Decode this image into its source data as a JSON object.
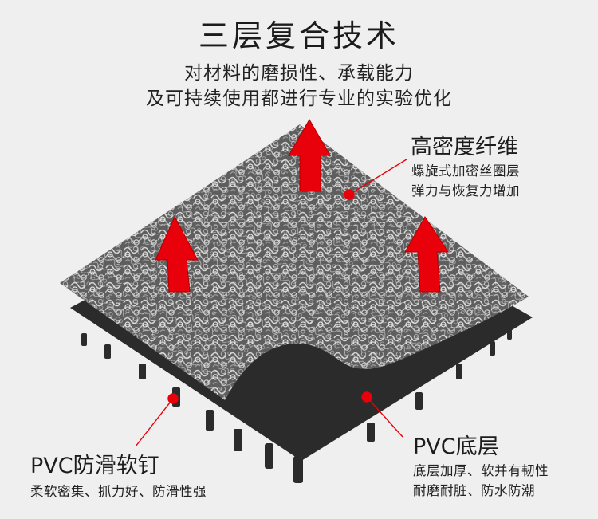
{
  "header": {
    "title": "三层复合技术",
    "subtitle_line1": "对材料的磨损性、承载能力",
    "subtitle_line2": "及可持续使用都进行专业的实验优化"
  },
  "layers": {
    "fiber": {
      "title": "高密度纤维",
      "desc1": "螺旋式加密丝圈层",
      "desc2": "弹力与恢复力增加"
    },
    "studs": {
      "title": "PVC防滑软钉",
      "desc1": "柔软密集、抓力好、防滑性强"
    },
    "base": {
      "title": "PVC底层",
      "desc1": "底层加厚、软并有韧性",
      "desc2": "耐磨耐脏、防水防潮"
    }
  },
  "colors": {
    "background": "#efefef",
    "base_layer": "#2b2b2b",
    "fiber_layer": "#6e6e6e",
    "arrow": "#e8000a",
    "marker": "#e8000a"
  }
}
